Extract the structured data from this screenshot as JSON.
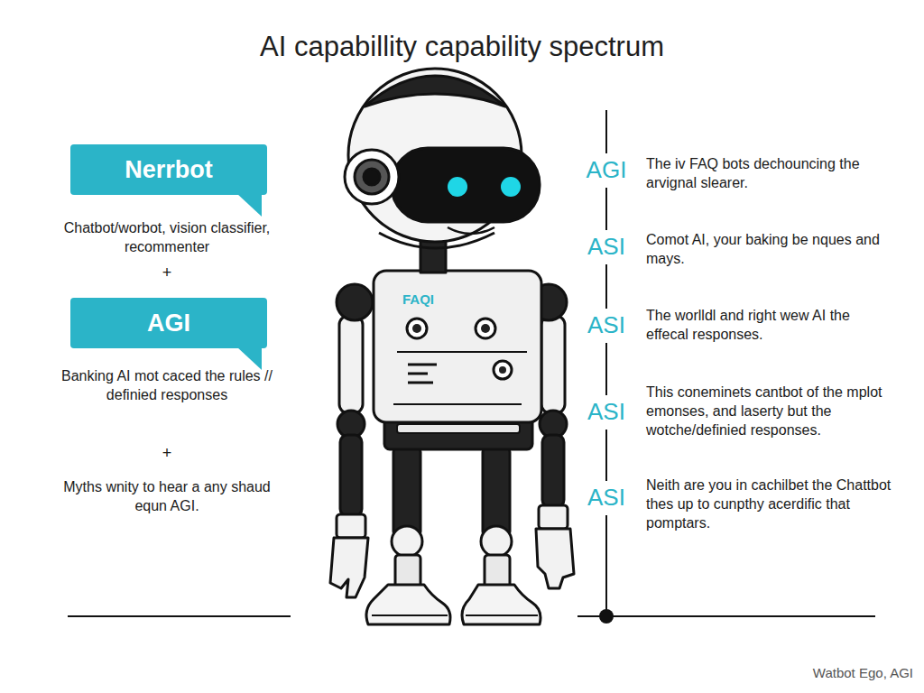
{
  "diagram": {
    "title": "AI capabillity capability spectrum",
    "caption": "Watbot Ego, AGI",
    "nodes": [
      {
        "text": [
          "Nerrbot"
        ]
      },
      {
        "text": [
          "AGI"
        ]
      }
    ],
    "labels": [
      "Chatbot/worbot, vision classifier, recommenter",
      "+",
      "Banking AI mot caced the rules // definied responses",
      "+",
      "Myths wnity to hear a any shaud equn AGI.",
      "FAQI",
      "AGI",
      "The iv FAQ bots dechouncing the arvignal slearer.",
      "ASI",
      "Comot AI, your baking be nques and mays.",
      "ASI",
      "The worlldl and right wew AI the effecal responses.",
      "ASI",
      "This coneminets cantbot of the mplot emonses, and laserty but the wotche/definied responses.",
      "ASI",
      "Neith are you in cachilbet the Chattbot thes up to cunpthy acerdific that pomptars."
    ]
  }
}
